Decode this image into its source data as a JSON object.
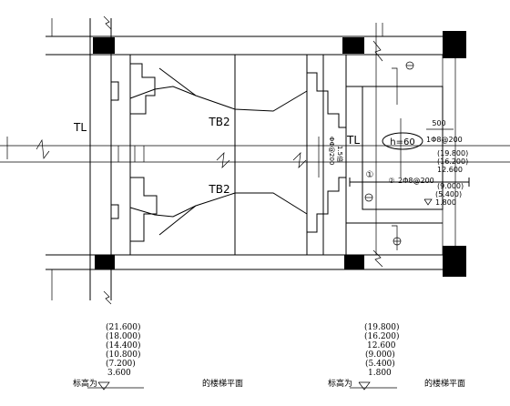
{
  "plan": {
    "label_tl_left": "TL",
    "label_tl_right": "TL",
    "label_tb2_top": "TB2",
    "label_tb2_bottom": "TB2",
    "h_label": "h=60",
    "dim_500": "500",
    "rebar_1": "1Φ8@200",
    "rebar_2": "2Φ8@200",
    "side_note_1": "ΦΦ@200",
    "side_note_2": "1.5倍",
    "circle_1": "①",
    "circle_2": "②",
    "elevations_right": [
      "(19.800)",
      "(16.200)",
      "12.600",
      "(9.000)",
      "(5.400)",
      "1.800"
    ]
  },
  "legend_left": {
    "elevations": [
      "(21.600)",
      "(18.000)",
      "(14.400)",
      "(10.800)",
      "(7.200)",
      "3.600"
    ],
    "label": "标高为",
    "suffix": "的楼梯平面"
  },
  "legend_right": {
    "elevations": [
      "(19.800)",
      "(16.200)",
      "12.600",
      "(9.000)",
      "(5.400)",
      "1.800"
    ],
    "label": "标高为",
    "suffix": "的楼梯平面"
  }
}
